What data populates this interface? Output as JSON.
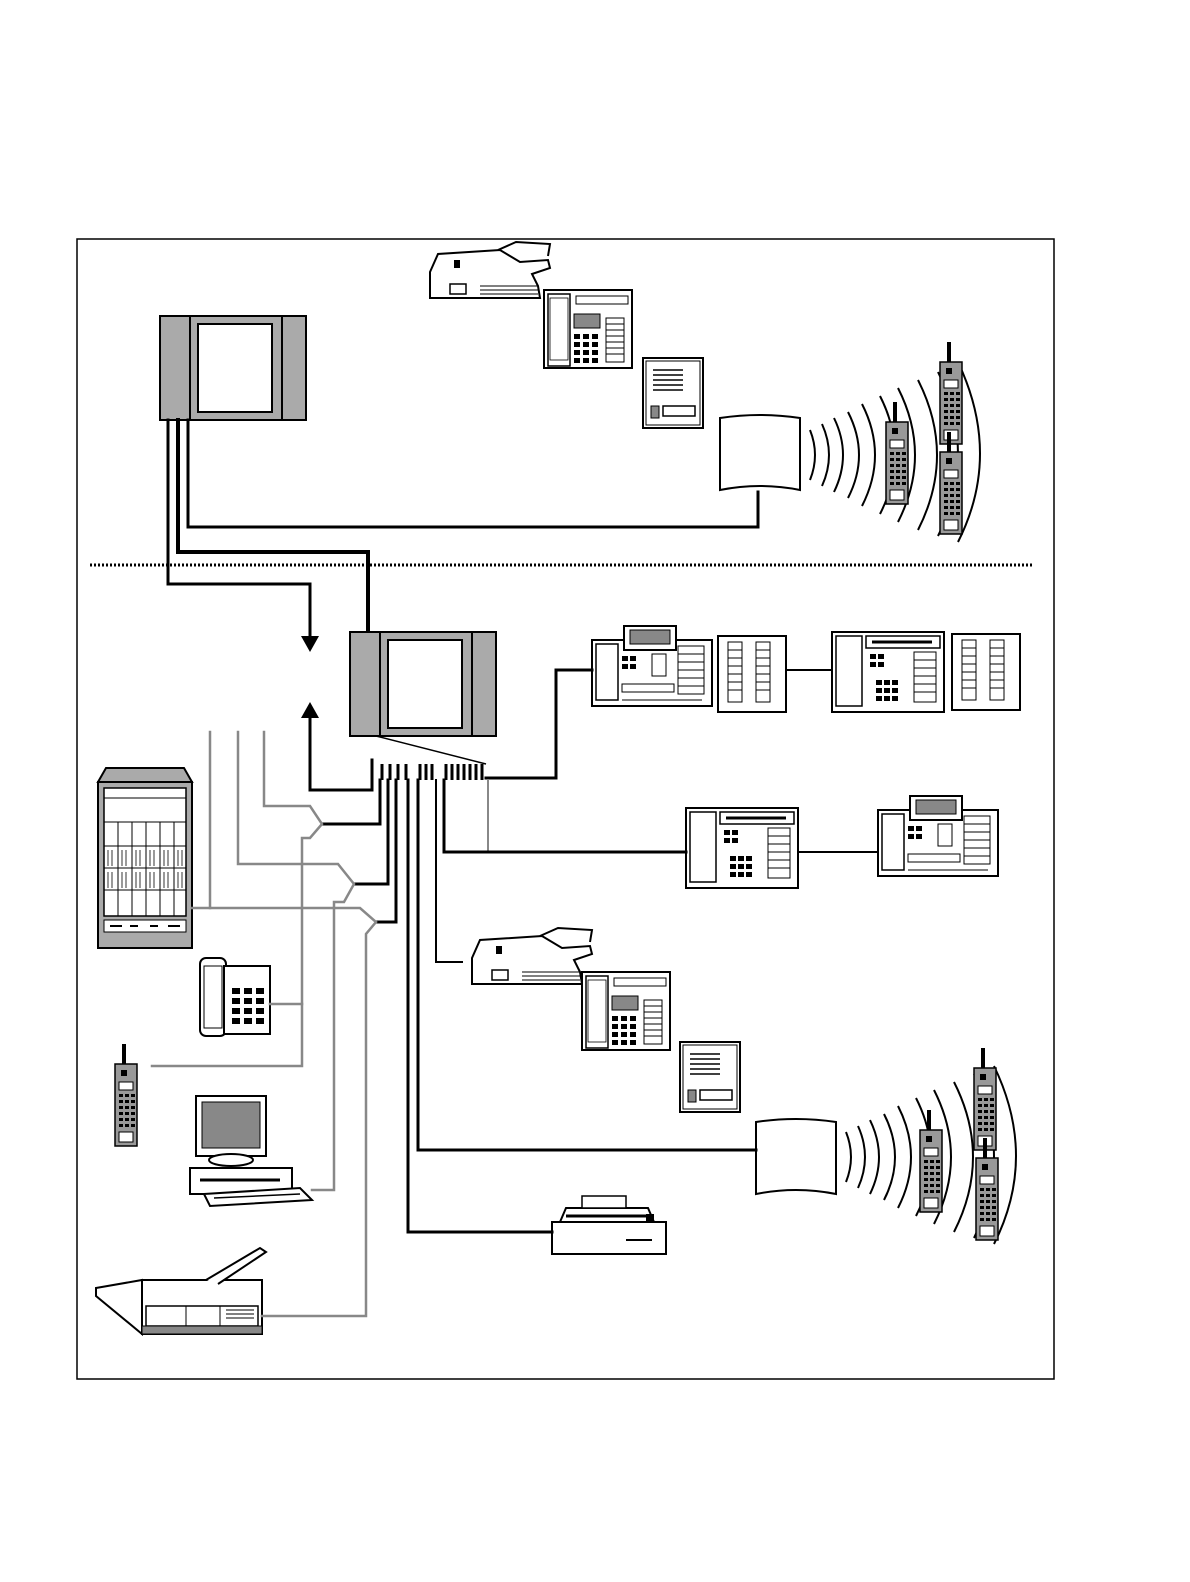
{
  "diagram": {
    "type": "telecom-network-illustration",
    "text_labels": [],
    "colors": {
      "line": "#000000",
      "secondary_line": "#8c8c8c",
      "device_fill": "#ffffff",
      "cabinet_fill": "#a9a9a9",
      "screen_fill": "#8a8a8a"
    },
    "zones": [
      "remote-site",
      "main-site"
    ],
    "devices": [
      {
        "name": "remote-switch",
        "icon": "pbx-cabinet"
      },
      {
        "name": "remote-fax",
        "icon": "fax-machine"
      },
      {
        "name": "remote-desk-phone",
        "icon": "desk-phone"
      },
      {
        "name": "remote-pager-unit",
        "icon": "terminal-adapter"
      },
      {
        "name": "remote-radio-base",
        "icon": "radio-base-station"
      },
      {
        "name": "remote-handsets",
        "icon": "cordless-handset"
      },
      {
        "name": "main-switch",
        "icon": "pbx-cabinet"
      },
      {
        "name": "system-phones",
        "icon": "system-phone"
      },
      {
        "name": "server-rack",
        "icon": "server-rack"
      },
      {
        "name": "analog-phone",
        "icon": "analog-phone"
      },
      {
        "name": "wireless-handset",
        "icon": "cordless-handset"
      },
      {
        "name": "workstation",
        "icon": "desktop-computer"
      },
      {
        "name": "fax-machine",
        "icon": "fax-machine"
      },
      {
        "name": "line-printer",
        "icon": "printer"
      },
      {
        "name": "main-radio-base",
        "icon": "radio-base-station"
      }
    ]
  }
}
